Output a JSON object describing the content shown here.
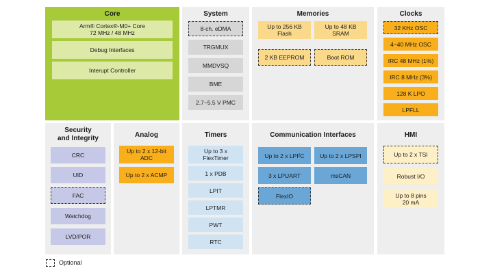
{
  "colors": {
    "core_panel": "#a6ca38",
    "panel_bg": "#eeeeee",
    "core_block": "#dde9a6",
    "system_block": "#d6d6d6",
    "memory_block": "#fbd98b",
    "clock_block": "#f9ae1b",
    "analog_block": "#f9ae1b",
    "hmi_block": "#fdefc6",
    "security_block": "#c5c8e6",
    "timer_block": "#cfe3f3",
    "comm_block": "#6aa6d6"
  },
  "core": {
    "title": "Core",
    "cpu_line1": "Arm® Cortex®-M0+ Core",
    "cpu_line2": "72 MHz / 48 MHz",
    "debug": "Debug Interfaces",
    "interrupt": "Interupt Controller"
  },
  "system": {
    "title": "System",
    "items": [
      "8-ch. eDMA",
      "TRGMUX",
      "MMDVSQ",
      "BME",
      "2.7~5.5 V PMC"
    ]
  },
  "memories": {
    "title": "Memories",
    "flash": "Up to 256 KB\nFlash",
    "sram": "Up to 48 KB\nSRAM",
    "eeprom": "2 KB EEPROM",
    "bootrom": "Boot ROM"
  },
  "clocks": {
    "title": "Clocks",
    "items": [
      "32 KHz OSC",
      "4~40 MHz OSC",
      "IRC 48 MHz (1%)",
      "IRC 8 MHz (3%)",
      "128 K LPO",
      "LPFLL"
    ]
  },
  "security": {
    "title": "Security\nand Integrity",
    "items": [
      "CRC",
      "UID",
      "FAC",
      "Watchdog",
      "LVD/POR"
    ]
  },
  "analog": {
    "title": "Analog",
    "adc": "Up to 2 x 12-bit\nADC",
    "acmp": "Up to 2 x ACMP"
  },
  "timers": {
    "title": "Timers",
    "items": [
      "Up to 3 x\nFlexTimer",
      "1 x PDB",
      "LPIT",
      "LPTMR",
      "PWT",
      "RTC"
    ]
  },
  "comm": {
    "title": "Communication Interfaces",
    "lpi2c": "Up to 2 x LPI²C",
    "lpspi": "Up to 2 x LPSPI",
    "lpuart": "3 x LPUART",
    "mscan": "msCAN",
    "flexio": "FlexIO"
  },
  "hmi": {
    "title": "HMI",
    "tsi": "Up to 2 x TSI",
    "robust": "Robust I/O",
    "pins": "Up to 8 pins\n20 mA"
  },
  "legend": {
    "optional": "Optional"
  }
}
